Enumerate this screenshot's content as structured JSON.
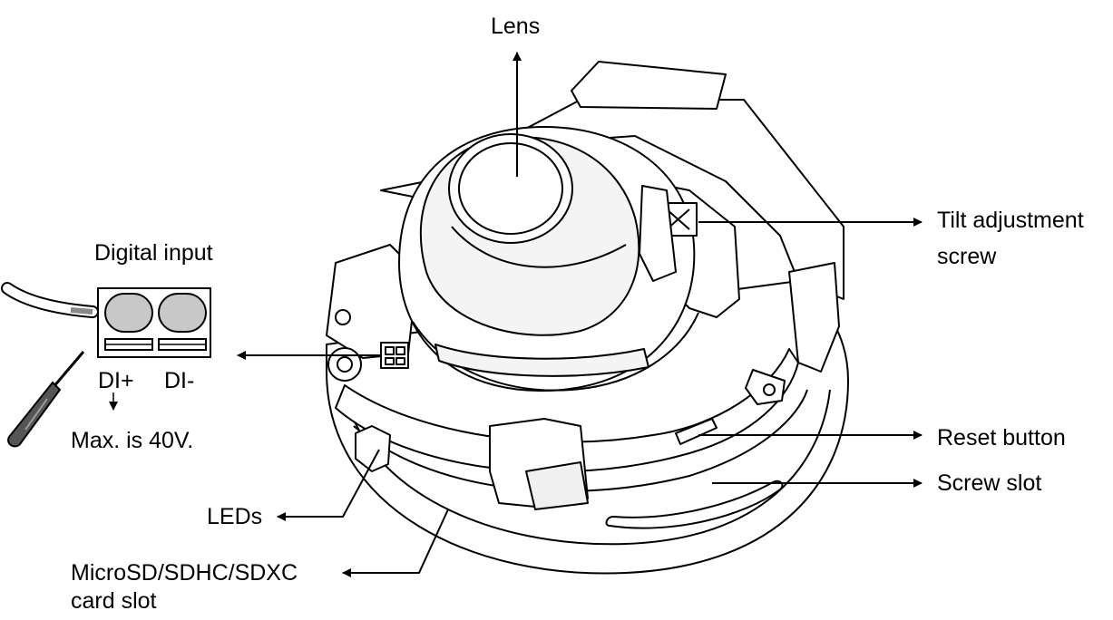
{
  "labels": {
    "lens": "Lens",
    "tilt_line1": "Tilt adjustment",
    "tilt_line2": "screw",
    "digital_input": "Digital input",
    "di_plus": "DI+",
    "di_minus": "DI-",
    "max_voltage": "Max. is 40V.",
    "reset_button": "Reset button",
    "screw_slot": "Screw slot",
    "leds": "LEDs",
    "card_line1": "MicroSD/SDHC/SDXC",
    "card_line2": "card slot"
  },
  "colors": {
    "line": "#000000",
    "terminal_fill": "#c8c8c8",
    "dome_shade": "#f4f4f4",
    "handle": "#555555"
  },
  "icons": [
    "screwdriver-icon",
    "wire-icon",
    "terminal-block-icon"
  ]
}
